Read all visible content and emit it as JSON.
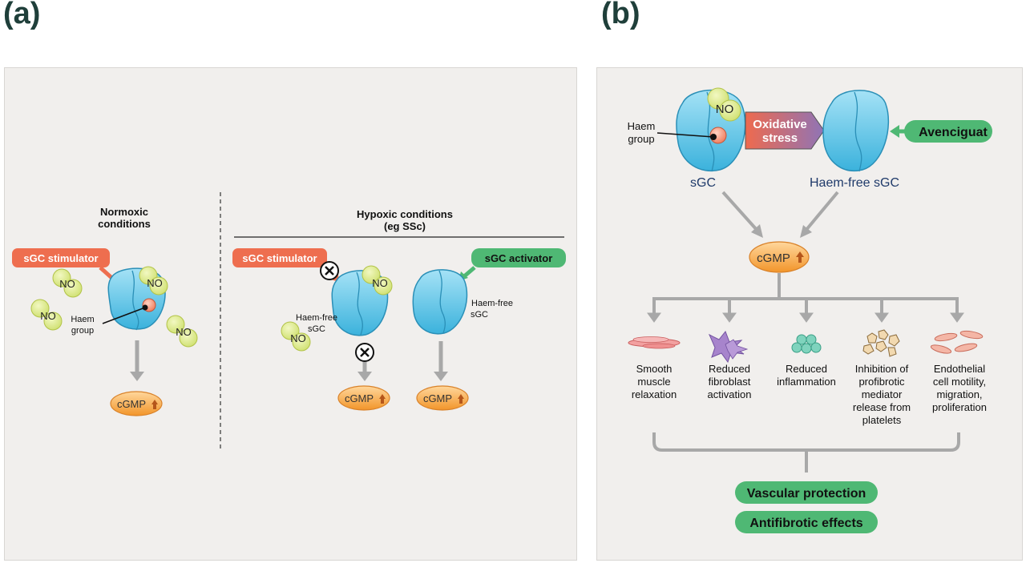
{
  "panel_a": {
    "label": "(a)",
    "normoxic_title": [
      "Normoxic",
      "conditions"
    ],
    "hypoxic_title": [
      "Hypoxic conditions",
      "(eg SSc)"
    ],
    "sgc_stimulator": "sGC stimulator",
    "sgc_activator": "sGC activator",
    "no": "NO",
    "haem_group": [
      "Haem",
      "group"
    ],
    "haem_free_sgc": [
      "Haem-free",
      "sGC"
    ],
    "cgmp": "cGMP"
  },
  "panel_b": {
    "label": "(b)",
    "haem_group": [
      "Haem",
      "group"
    ],
    "no": "NO",
    "oxidative_stress": [
      "Oxidative",
      "stress"
    ],
    "avenciguat": "Avenciguat",
    "sgc": "sGC",
    "haem_free_sgc": "Haem-free sGC",
    "cgmp": "cGMP",
    "effects": [
      [
        "Smooth",
        "muscle",
        "relaxation"
      ],
      [
        "Reduced",
        "fibroblast",
        "activation"
      ],
      [
        "Reduced",
        "inflammation"
      ],
      [
        "Inhibition of",
        "profibrotic",
        "mediator",
        "release from",
        "platelets"
      ],
      [
        "Endothelial",
        "cell motility,",
        "migration,",
        "proliferation"
      ]
    ],
    "outcomes": [
      "Vascular protection",
      "Antifibrotic effects"
    ]
  },
  "colors": {
    "panel_bg": "#f1efed",
    "sgc_blue": "#5cc4e6",
    "stimulator_orange": "#ee6e4f",
    "activator_green": "#4fb874",
    "cgmp_orange": "#f6a73c",
    "no_yellow": "#dcea8c",
    "arrow_grey": "#a8a8a8",
    "label_dark": "#1f3f3a"
  }
}
